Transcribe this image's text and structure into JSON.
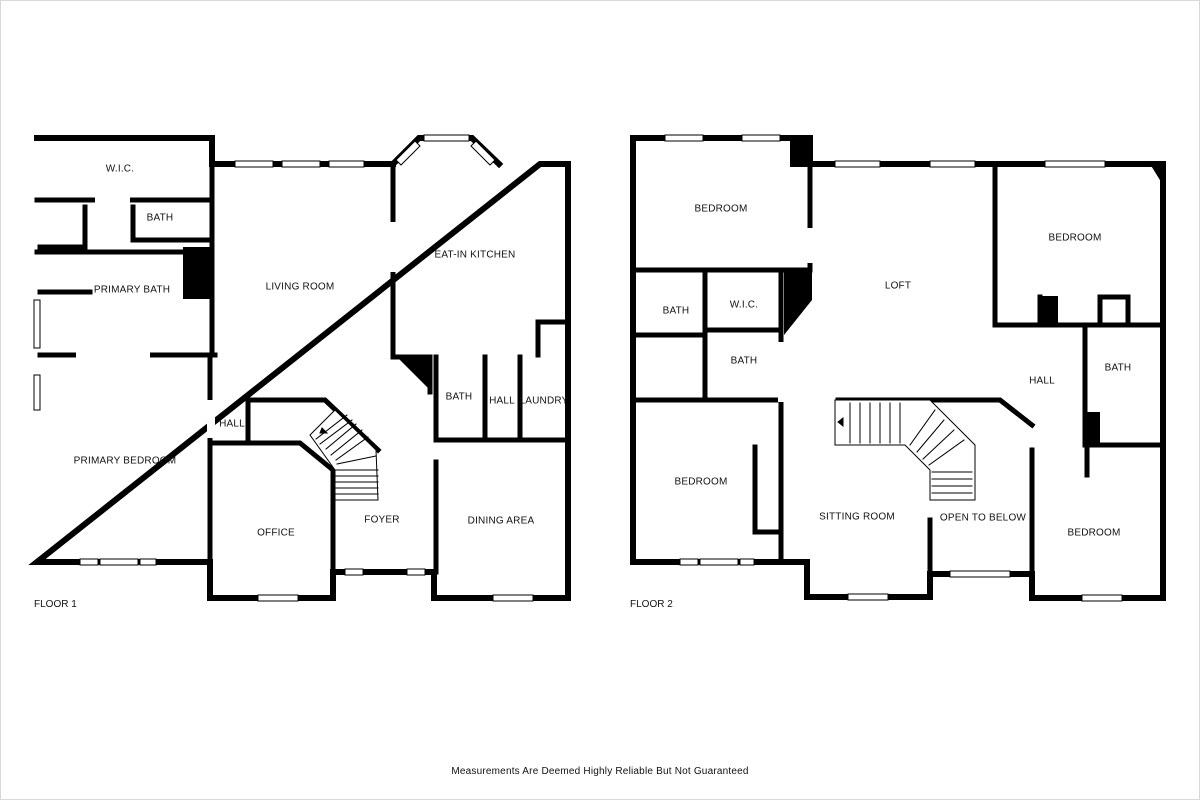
{
  "floor1": {
    "label": "FLOOR 1",
    "rooms": [
      {
        "id": "wic",
        "name": "W.I.C."
      },
      {
        "id": "bath_top",
        "name": "BATH"
      },
      {
        "id": "primary_bath",
        "name": "PRIMARY BATH"
      },
      {
        "id": "living_room",
        "name": "LIVING ROOM"
      },
      {
        "id": "eatin_kitchen",
        "name": "EAT-IN KITCHEN"
      },
      {
        "id": "primary_bedroom",
        "name": "PRIMARY BEDROOM"
      },
      {
        "id": "hall_left",
        "name": "HALL"
      },
      {
        "id": "bath_mid",
        "name": "BATH"
      },
      {
        "id": "hall_mid",
        "name": "HALL"
      },
      {
        "id": "laundry",
        "name": "LAUNDRY"
      },
      {
        "id": "office",
        "name": "OFFICE"
      },
      {
        "id": "foyer",
        "name": "FOYER"
      },
      {
        "id": "dining_area",
        "name": "DINING AREA"
      }
    ]
  },
  "floor2": {
    "label": "FLOOR 2",
    "rooms": [
      {
        "id": "bedroom_nw",
        "name": "BEDROOM"
      },
      {
        "id": "loft",
        "name": "LOFT"
      },
      {
        "id": "bedroom_ne",
        "name": "BEDROOM"
      },
      {
        "id": "bath_l",
        "name": "BATH"
      },
      {
        "id": "wic",
        "name": "W.I.C."
      },
      {
        "id": "bath_c",
        "name": "BATH"
      },
      {
        "id": "hall",
        "name": "HALL"
      },
      {
        "id": "bath_r",
        "name": "BATH"
      },
      {
        "id": "bedroom_sw",
        "name": "BEDROOM"
      },
      {
        "id": "sitting_room",
        "name": "SITTING ROOM"
      },
      {
        "id": "open_to_below",
        "name": "OPEN TO BELOW"
      },
      {
        "id": "bedroom_se",
        "name": "BEDROOM"
      }
    ]
  },
  "footer": "Measurements Are Deemed Highly Reliable But Not Guaranteed",
  "colors": {
    "wall": "#000000",
    "background": "#ffffff",
    "window": "#ffffff",
    "text": "#111111"
  }
}
